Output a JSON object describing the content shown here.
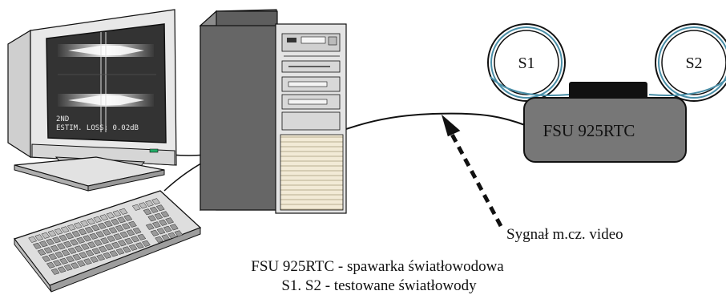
{
  "monitor_screen": {
    "line1": "2ND",
    "line2": "ESTIM. LOSS:  0.02dB"
  },
  "spools": {
    "s1_label": "S1",
    "s2_label": "S2"
  },
  "splicer": {
    "label": "FSU 925RTC"
  },
  "signal_label": "Sygnał m.cz. video",
  "captions": {
    "line1": "FSU 925RTC - spawarka światłowodowa",
    "line2": "S1. S2  -  testowane światłowody"
  }
}
